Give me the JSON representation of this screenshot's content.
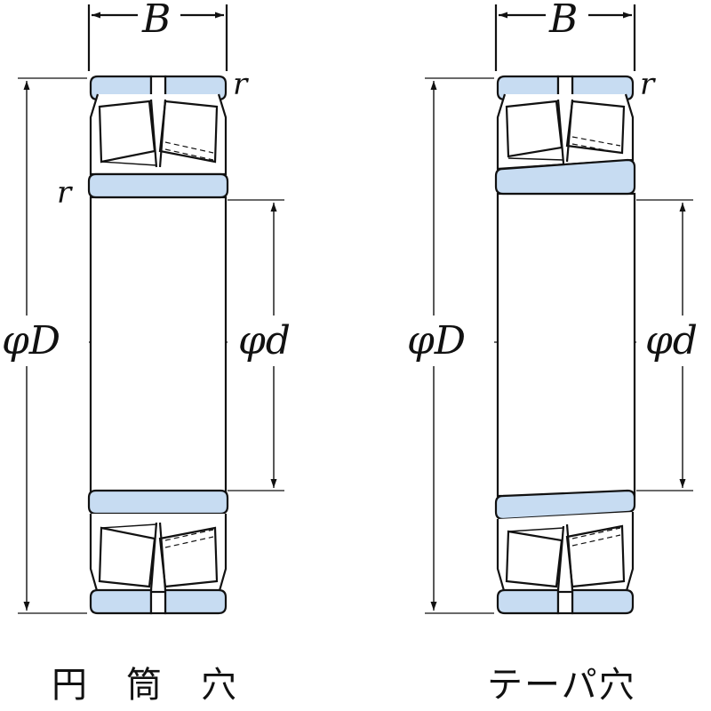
{
  "figures": [
    {
      "id": "cylindrical",
      "width_label": "B",
      "fillet_label": "r",
      "outer_diameter_label": "φD",
      "bore_diameter_label": "φd",
      "caption": "円　筒　穴"
    },
    {
      "id": "tapered",
      "width_label": "B",
      "fillet_label": "r",
      "outer_diameter_label": "φD",
      "bore_diameter_label": "φd",
      "caption": "テーパ穴"
    }
  ],
  "colors": {
    "ring_fill": "#c7dcf2",
    "roller_fill": "#ffffff",
    "line": "#111111"
  }
}
